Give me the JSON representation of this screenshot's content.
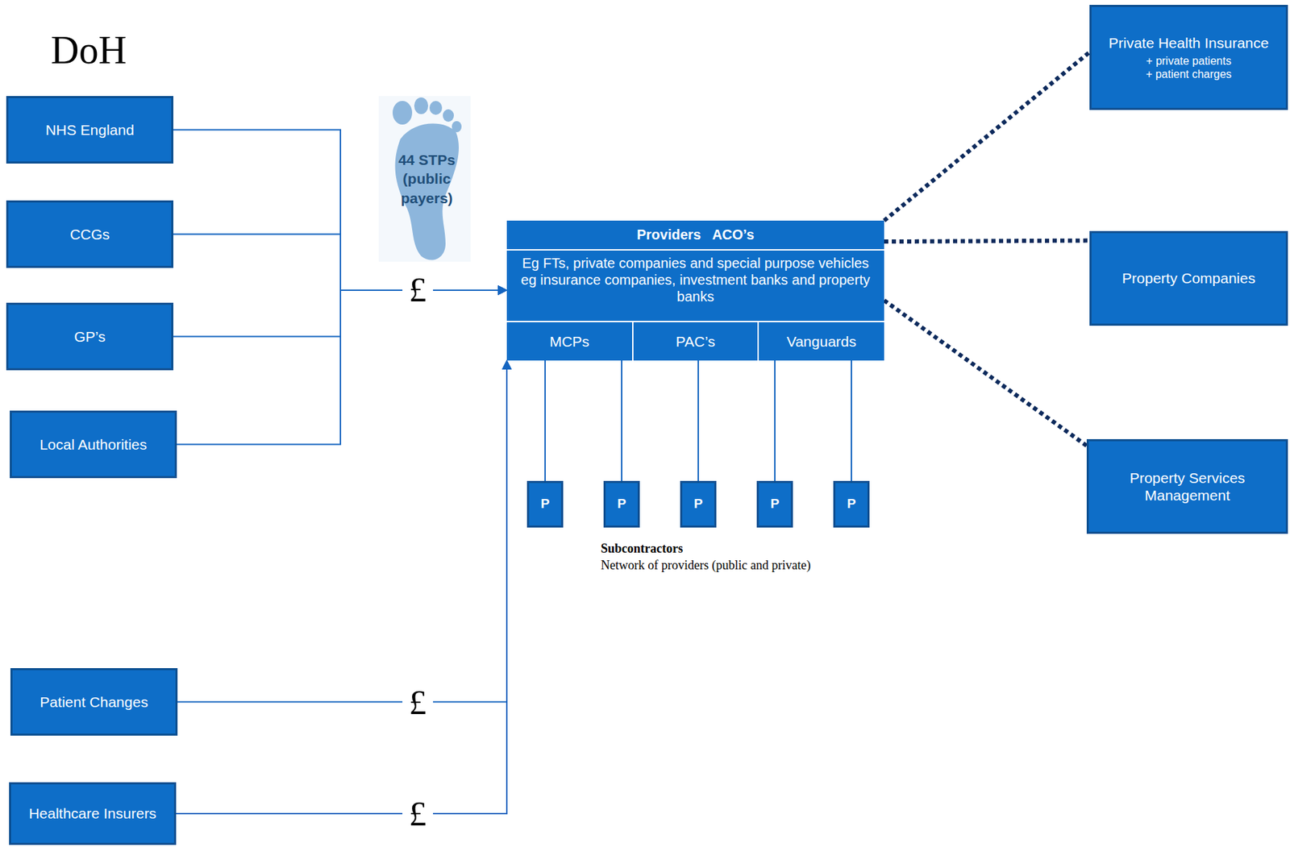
{
  "diagram": {
    "title": "DoH",
    "nodes": [
      {
        "text": [
          "NHS England"
        ]
      },
      {
        "text": [
          "CCGs"
        ]
      },
      {
        "text": [
          "GP’s"
        ]
      },
      {
        "text": [
          "Local Authorities"
        ]
      },
      {
        "text": [
          "Providers   ACO’s",
          "Eg FTs, private companies and special purpose vehicles eg insurance companies, investment banks and property banks"
        ]
      },
      {
        "text": [
          "MCPs"
        ],
        "in": 4
      },
      {
        "text": [
          "PAC’s"
        ],
        "in": 4
      },
      {
        "text": [
          "Vanguards"
        ],
        "in": 4
      },
      {
        "text": [
          "P"
        ]
      },
      {
        "text": [
          "P"
        ]
      },
      {
        "text": [
          "P"
        ]
      },
      {
        "text": [
          "P"
        ]
      },
      {
        "text": [
          "P"
        ]
      },
      {
        "text": [
          "Private Health Insurance",
          "+ private patients",
          "+ patient charges"
        ]
      },
      {
        "text": [
          "Property Companies"
        ]
      },
      {
        "text": [
          "Property Services Management"
        ]
      },
      {
        "text": [
          "Patient Changes"
        ]
      },
      {
        "text": [
          "Healthcare Insurers"
        ]
      }
    ],
    "edges": [
      {
        "from": 0,
        "to": 4,
        "arrow": "to"
      },
      {
        "from": 1,
        "to": 4,
        "arrow": "to"
      },
      {
        "from": 2,
        "to": 4,
        "arrow": "to"
      },
      {
        "from": 3,
        "to": 4,
        "arrow": "to"
      },
      {
        "from": 16,
        "to": 4,
        "label": "£",
        "arrow": "to"
      },
      {
        "from": 17,
        "to": 4,
        "label": "£",
        "arrow": "to"
      },
      {
        "from": 5,
        "to": 8,
        "arrow": "none"
      },
      {
        "from": 5,
        "to": 9,
        "arrow": "none"
      },
      {
        "from": 6,
        "to": 10,
        "arrow": "none"
      },
      {
        "from": 7,
        "to": 11,
        "arrow": "none"
      },
      {
        "from": 7,
        "to": 12,
        "arrow": "none"
      },
      {
        "from": 4,
        "to": 13,
        "arrow": "none"
      },
      {
        "from": 4,
        "to": 14,
        "arrow": "none"
      },
      {
        "from": 4,
        "to": 15,
        "arrow": "none"
      }
    ],
    "labels": [
      "44 STPs (public payers)",
      "£",
      "Subcontractors",
      "Network of providers (public and private)"
    ]
  }
}
